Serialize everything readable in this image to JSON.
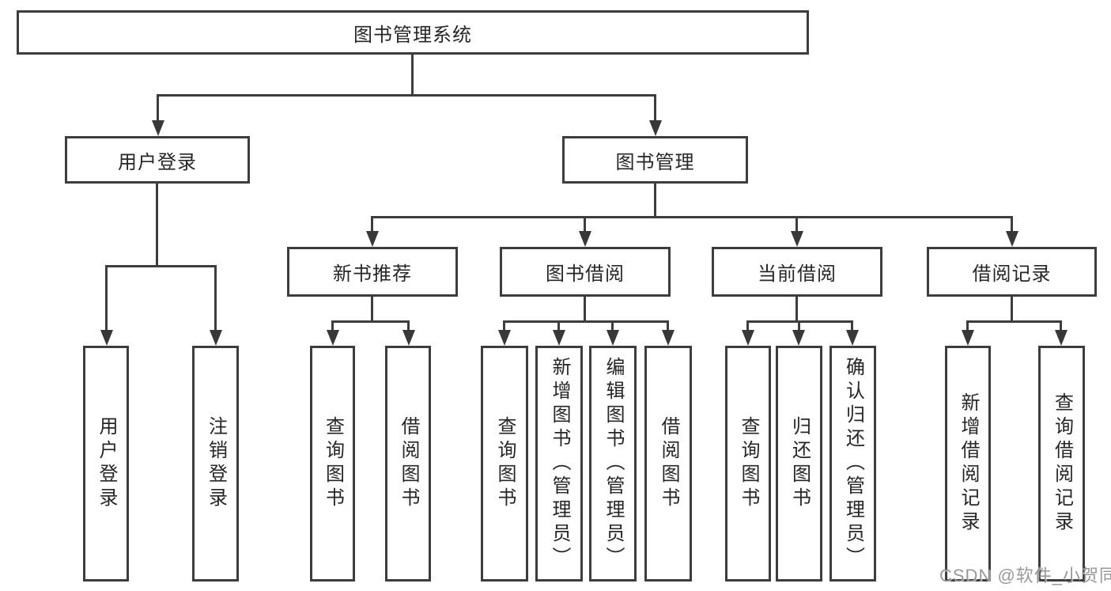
{
  "diagram": {
    "root": {
      "label": "图书管理系统"
    },
    "branches": {
      "user_login": {
        "label": "用户登录",
        "leaves": [
          "用户登录",
          "注销登录"
        ]
      },
      "book_mgmt": {
        "label": "图书管理",
        "sections": {
          "new_books": {
            "label": "新书推荐",
            "leaves": [
              "查询图书",
              "借阅图书"
            ]
          },
          "book_borrow": {
            "label": "图书借阅",
            "leaves": [
              "查询图书",
              "新增图书（管理员）",
              "编辑图书（管理员）",
              "借阅图书"
            ]
          },
          "current_borrow": {
            "label": "当前借阅",
            "leaves": [
              "查询图书",
              "归还图书",
              "确认归还（管理员）"
            ]
          },
          "borrow_records": {
            "label": "借阅记录",
            "leaves": [
              "新增借阅记录",
              "查询借阅记录"
            ]
          }
        }
      }
    },
    "watermark": "CSDN @软件_小贺同学",
    "colors": {
      "line": "#3d3d3d",
      "arrow": "#383838",
      "text": "#262626",
      "watermark": "#8a8a8a",
      "background": "#ffffff"
    }
  }
}
